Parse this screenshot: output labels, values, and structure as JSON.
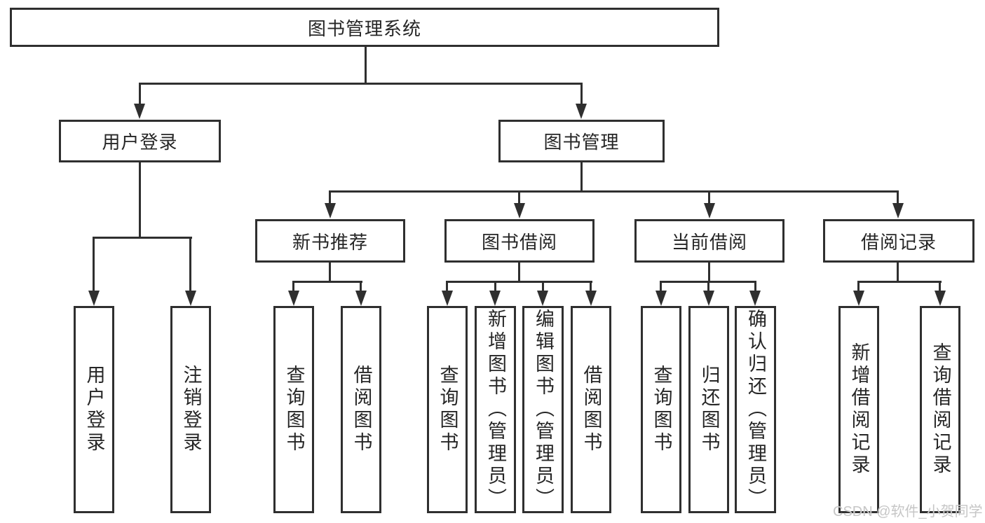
{
  "diagram": {
    "root": {
      "label": "图书管理系统"
    },
    "user": {
      "label": "用户登录",
      "children": [
        {
          "label": "用户登录"
        },
        {
          "label": "注销登录"
        }
      ]
    },
    "book": {
      "label": "图书管理",
      "sections": [
        {
          "label": "新书推荐",
          "children": [
            {
              "label": "查询图书"
            },
            {
              "label": "借阅图书"
            }
          ]
        },
        {
          "label": "图书借阅",
          "children": [
            {
              "label": "查询图书"
            },
            {
              "label": "新增图书（管理员）"
            },
            {
              "label": "编辑图书（管理员）"
            },
            {
              "label": "借阅图书"
            }
          ]
        },
        {
          "label": "当前借阅",
          "children": [
            {
              "label": "查询图书"
            },
            {
              "label": "归还图书"
            },
            {
              "label": "确认归还（管理员）"
            }
          ]
        },
        {
          "label": "借阅记录",
          "children": [
            {
              "label": "新增借阅记录"
            },
            {
              "label": "查询借阅记录"
            }
          ]
        }
      ]
    },
    "watermark": "CSDN @软件_小贺同学",
    "colors": {
      "line": "#2f2f2f",
      "text": "#262626",
      "background": "#ffffff",
      "watermark": "#c6c6c6"
    }
  }
}
